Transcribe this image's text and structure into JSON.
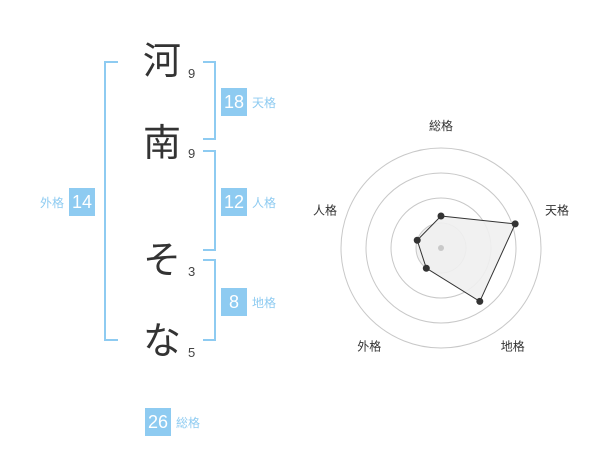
{
  "name": {
    "characters": [
      {
        "char": "河",
        "strokes": "9"
      },
      {
        "char": "南",
        "strokes": "9"
      },
      {
        "char": "そ",
        "strokes": "3"
      },
      {
        "char": "な",
        "strokes": "5"
      }
    ]
  },
  "scores": {
    "tenkaku": {
      "value": "18",
      "label": "天格"
    },
    "jinkaku": {
      "value": "12",
      "label": "人格"
    },
    "chikaku": {
      "value": "8",
      "label": "地格"
    },
    "gaikaku": {
      "value": "14",
      "label": "外格"
    },
    "soukaku": {
      "value": "26",
      "label": "総格"
    }
  },
  "colors": {
    "accent": "#8ecbf1",
    "text": "#333333",
    "radar_fill": "#efefef",
    "radar_grid": "#c8c8c8"
  },
  "chart_data": {
    "type": "radar",
    "axes": [
      "総格",
      "天格",
      "地格",
      "外格",
      "人格"
    ],
    "values": [
      0.32,
      0.78,
      0.66,
      0.25,
      0.25
    ],
    "rings": 4,
    "range": [
      0,
      1
    ]
  }
}
